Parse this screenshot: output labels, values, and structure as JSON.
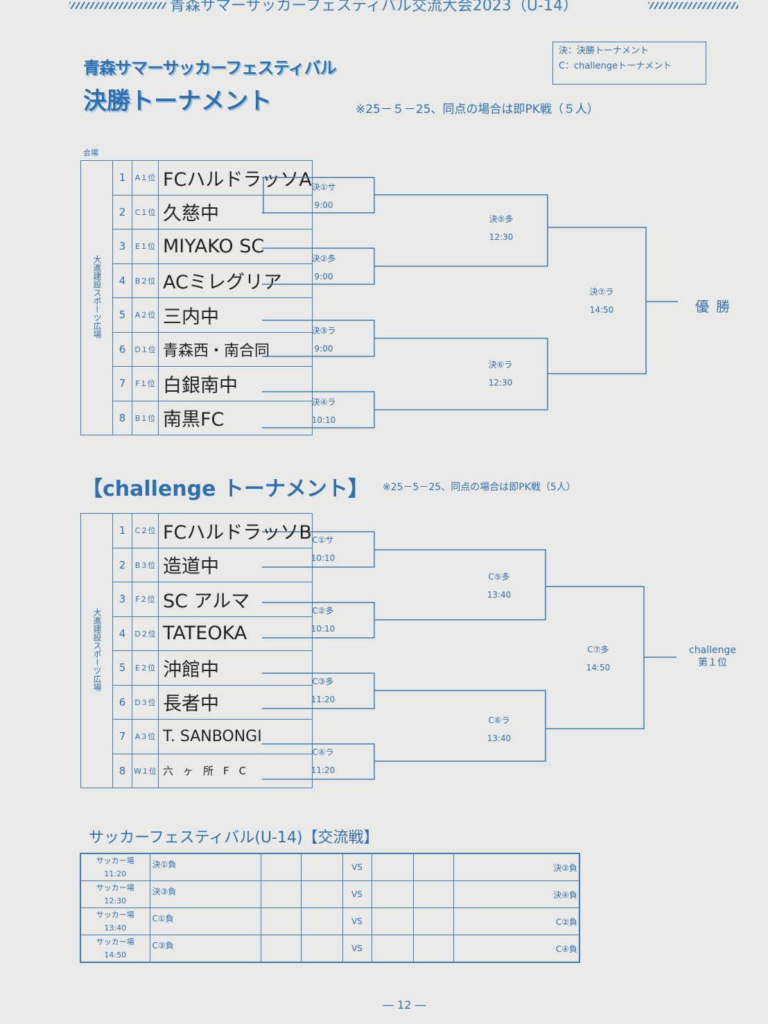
{
  "header": {
    "title": "青森サマーサッカーフェスティバル交流大会2023（U-14）"
  },
  "title": {
    "line1": "青森サマーサッカーフェスティバル",
    "line2": "決勝トーナメント"
  },
  "legend": {
    "line1": "決：決勝トーナメント",
    "line2": "C：challengeトーナメント"
  },
  "final": {
    "note": "※25－５－25、同点の場合は即PK戦（５人）",
    "venue_label": "会場",
    "venue": "大進建設スポーツ広場",
    "teams": [
      {
        "num": "1",
        "rank": "A１位",
        "name": "FCハルドラッソA"
      },
      {
        "num": "2",
        "rank": "C１位",
        "name": "久慈中"
      },
      {
        "num": "3",
        "rank": "E１位",
        "name": "MIYAKO SC"
      },
      {
        "num": "4",
        "rank": "B２位",
        "name": "ACミレグリア"
      },
      {
        "num": "5",
        "rank": "A２位",
        "name": "三内中"
      },
      {
        "num": "6",
        "rank": "D１位",
        "name": "青森西・南合同"
      },
      {
        "num": "7",
        "rank": "F１位",
        "name": "白銀南中"
      },
      {
        "num": "8",
        "rank": "B１位",
        "name": "南黒FC"
      }
    ],
    "matches": [
      {
        "label": "決①サ",
        "time": "9:00"
      },
      {
        "label": "決②多",
        "time": "9:00"
      },
      {
        "label": "決③ラ",
        "time": "9:00"
      },
      {
        "label": "決④ラ",
        "time": "10:10"
      },
      {
        "label": "決⑤多",
        "time": "12:30"
      },
      {
        "label": "決⑥ラ",
        "time": "12:30"
      },
      {
        "label": "決⑦ラ",
        "time": "14:50"
      }
    ],
    "winner": "優勝"
  },
  "challenge": {
    "heading": "【challenge トーナメント】",
    "note": "※25－5－25、同点の場合は即PK戦（5人）",
    "venue": "大進建設スポーツ広場",
    "teams": [
      {
        "num": "1",
        "rank": "C２位",
        "name": "FCハルドラッソB"
      },
      {
        "num": "2",
        "rank": "B３位",
        "name": "造道中"
      },
      {
        "num": "3",
        "rank": "F２位",
        "name": "SC アルマ"
      },
      {
        "num": "4",
        "rank": "D２位",
        "name": "TATEOKA"
      },
      {
        "num": "5",
        "rank": "E２位",
        "name": "沖館中"
      },
      {
        "num": "6",
        "rank": "D３位",
        "name": "長者中"
      },
      {
        "num": "7",
        "rank": "A３位",
        "name": "T. SANBONGI"
      },
      {
        "num": "8",
        "rank": "W１位",
        "name": "六ヶ所FC"
      }
    ],
    "matches": [
      {
        "label": "C①サ",
        "time": "10:10"
      },
      {
        "label": "C②多",
        "time": "10:10"
      },
      {
        "label": "C③多",
        "time": "11:20"
      },
      {
        "label": "C④ラ",
        "time": "11:20"
      },
      {
        "label": "C⑤多",
        "time": "13:40"
      },
      {
        "label": "C⑥ラ",
        "time": "13:40"
      },
      {
        "label": "C⑦多",
        "time": "14:50"
      }
    ],
    "winner_line1": "challenge",
    "winner_line2": "第１位"
  },
  "exchange": {
    "title": "サッカーフェスティバル(U-14)【交流戦】",
    "rows": [
      {
        "venue": "サッカー場",
        "time": "11:20",
        "left": "決①負",
        "vs": "VS",
        "right": "決②負"
      },
      {
        "venue": "サッカー場",
        "time": "12:30",
        "left": "決③負",
        "vs": "VS",
        "right": "決④負"
      },
      {
        "venue": "サッカー場",
        "time": "13:40",
        "left": "C①負",
        "vs": "VS",
        "right": "C②負"
      },
      {
        "venue": "サッカー場",
        "time": "14:50",
        "left": "C③負",
        "vs": "VS",
        "right": "C④負"
      }
    ]
  },
  "page_number": "― 12 ―"
}
